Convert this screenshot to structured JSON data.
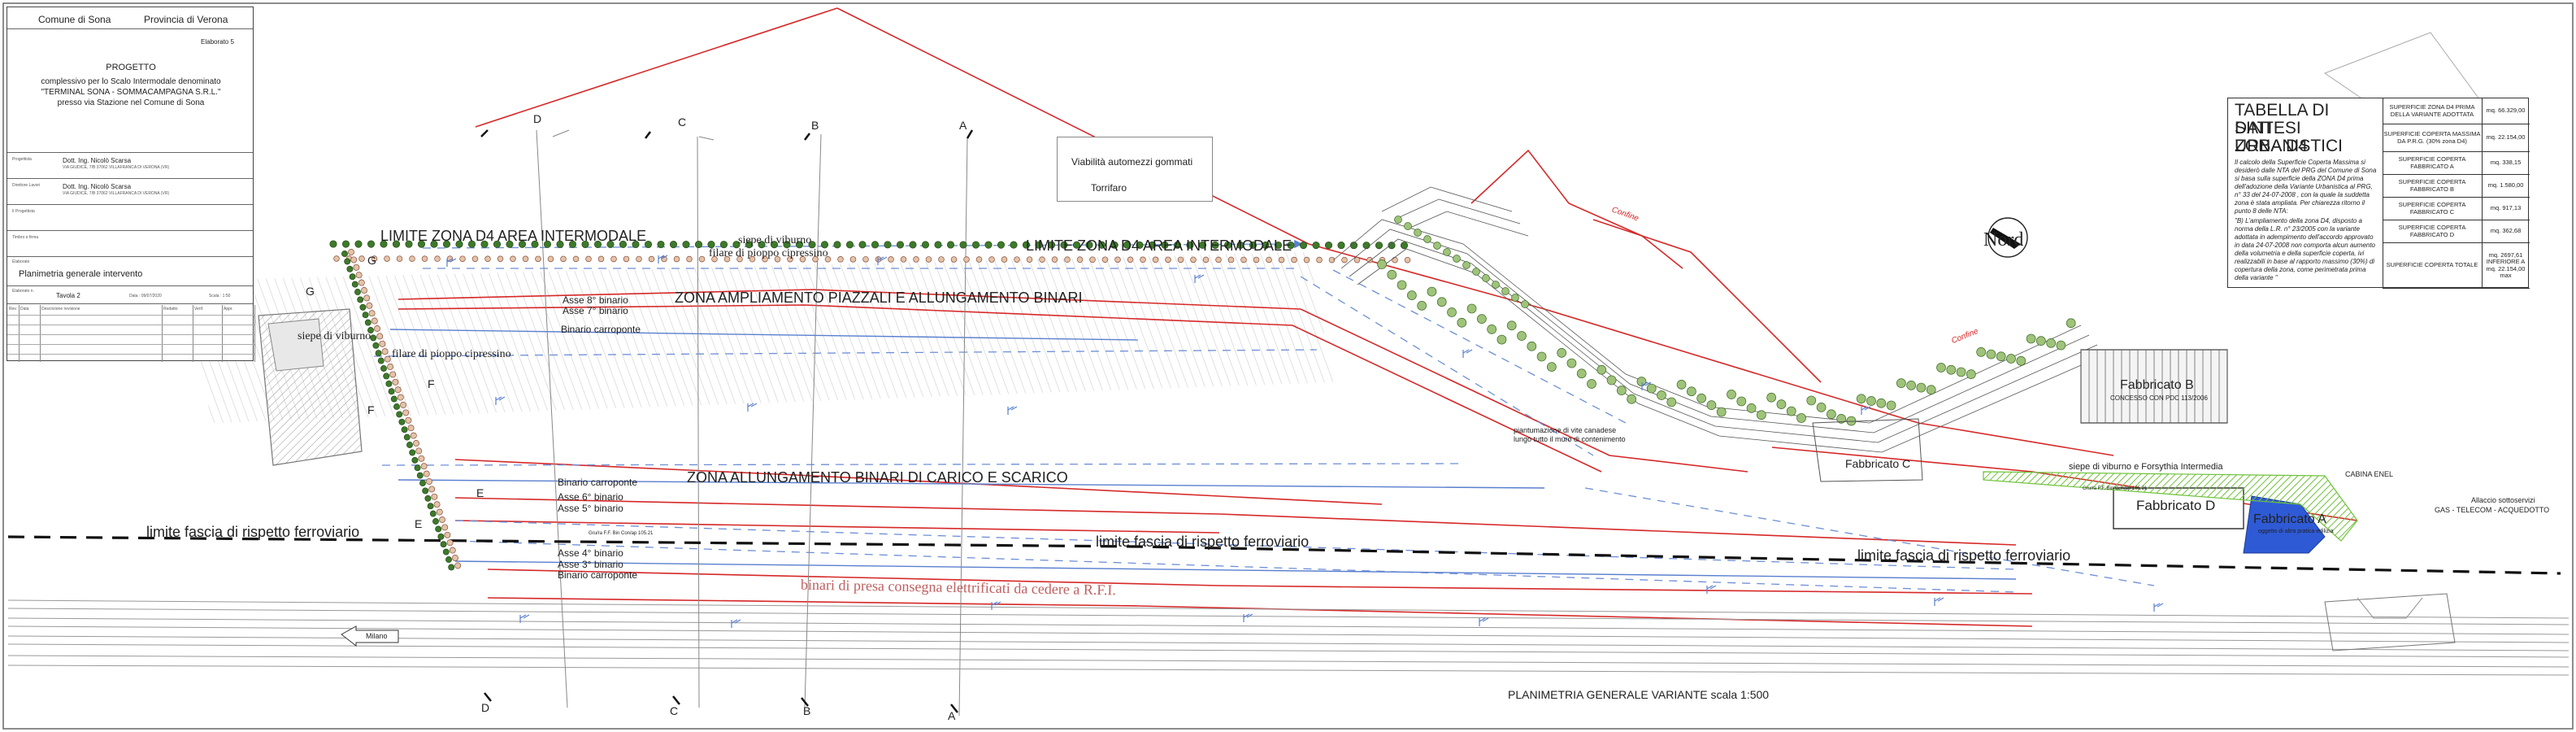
{
  "title_block": {
    "comune": "Comune di  Sona",
    "provincia": "Provincia di Verona",
    "elaborato": "Elaborato 5",
    "progetto_title": "PROGETTO",
    "progetto_line1": "complessivo per lo Scalo Intermodale denominato",
    "progetto_line2": "\"TERMINAL SONA - SOMMACAMPAGNA S.R.L.\"",
    "progetto_line3": "presso via Stazione nel Comune di Sona",
    "role1_label": "Progettista",
    "role1_name": "Dott. Ing. Nicolò Scarsa",
    "role1_addr": "VIA GIUDICE, 7/B 37062 VILLAFRANCA DI VERONA (VR)",
    "role2_label": "Direttore Lavori",
    "role2_name": "Dott. Ing. Nicolò Scarsa",
    "role2_addr": "VIA GIUDICE, 7/B 37062 VILLAFRANCA DI VERONA (VR)",
    "role3_label": "Il Progettista",
    "role4_label": "Timbro e firma",
    "sheet_label": "Elaborato",
    "sheet_title": "Planimetria generale intervento",
    "tavola_label": "Elaborato n.",
    "tavola": "Tavola 2",
    "data": "Data : 09/07/2020",
    "scala": "Scala : 1:50",
    "rev_headers": [
      "Rev.",
      "Data",
      "Descrizione revisione",
      "Redatto",
      "Verif.",
      "Appr."
    ]
  },
  "summary_table": {
    "title_lines": [
      "TABELLA DI SINTESI",
      "DATI URBANISTICI",
      "ZONA D4"
    ],
    "note1": "Il calcolo della Superficie Coperta Massima si desiderò dalle NTA del PRG del Comune di Sona si basa sulla superficie della ZONA D4 prima dell'adozione della Variante Urbanistica al PRG, n° 33 del 24-07-2008 , con la quale la suddetta zona è stata ampliata. Per chiarezza ritorno il punto 8 delle NTA:",
    "note2": "\"B) L'ampliamento della zona D4, disposto a norma della L.R. n° 23/2005 con la variante adottata in adempimento dell'accordo approvato in data 24-07-2008 non comporta alcun aumento della volumetria e della superficie coperta, ivi realizzabili in base al rapporto massimo (30%) di copertura della zona, come perimetrata prima della variante \"",
    "rows": [
      {
        "label": "SUPERFICIE ZONA D4 PRIMA DELLA VARIANTE ADOTTATA",
        "value": "mq. 66.329,00"
      },
      {
        "label": "SUPERFICIE COPERTA MASSIMA DA P.R.G. (30% zona D4)",
        "value": "mq. 22.154,00"
      },
      {
        "label": "SUPERFICIE COPERTA FABBRICATO A",
        "value": "mq. 338,15"
      },
      {
        "label": "SUPERFICIE COPERTA FABBRICATO B",
        "value": "mq. 1.580,00"
      },
      {
        "label": "SUPERFICIE COPERTA FABBRICATO C",
        "value": "mq. 917,13"
      },
      {
        "label": "SUPERFICIE COPERTA FABBRICATO D",
        "value": "mq. 362,68"
      },
      {
        "label": "SUPERFICIE COPERTA TOTALE",
        "value": "mq. 2697,61 INFERIORE A mq. 22.154,00 max"
      }
    ]
  },
  "legend": {
    "items": [
      {
        "label": "Viabilità automezzi gommati",
        "symbol": "dashed-arrow-blue"
      },
      {
        "label": "Torrifaro",
        "symbol": "light-pole-icon"
      }
    ]
  },
  "compass": {
    "label": "Nord"
  },
  "zones": {
    "limite_zona_left": "LIMITE ZONA D4 AREA INTERMODALE",
    "limite_zona_right": "LIMITE ZONA D4 AREA INTERMODALE",
    "ampliamento": "ZONA AMPLIAMENTO PIAZZALI E ALLUNGAMENTO BINARI",
    "carico": "ZONA ALLUNGAMENTO BINARI DI CARICO E SCARICO",
    "fascia_left": "limite fascia di rispetto ferroviario",
    "fascia_center": "limite fascia di rispetto ferroviario",
    "fascia_right": "limite fascia di rispetto ferroviario",
    "binari_rfi": "binari di presa consegna elettrificati da cedere a R.F.I.",
    "confine1": "Confine",
    "confine2": "Confine"
  },
  "tracks_top": [
    "Asse 8° binario",
    "Asse 7° binario",
    "Binario carroponte"
  ],
  "tracks_mid": [
    "Binario carroponte",
    "Asse 6° binario",
    "Asse 5° binario"
  ],
  "tracks_low": [
    "Asse 4° binario",
    "Asse 3° binario",
    "Binario carroponte"
  ],
  "vegetation": {
    "siepe_top": "siepe di viburno",
    "filare_top": "filare di pioppo cipressino",
    "siepe_left": "siepe di viburno",
    "filare_left": "filare di pioppo cipressino",
    "siepe_right": "siepe di viburno e Forsythia Intermedia",
    "piantumazione_1": "piantumazione di vite canadese",
    "piantumazione_2": "lungo tutto il muro di contenimento"
  },
  "buildings": {
    "fabbricato_a": "Fabbricato A",
    "fabbricato_a_sub": "oggetto di altra pratica edilizia",
    "fabbricato_b": "Fabbricato B",
    "fabbricato_b_sub": "CONCESSO CON PDC 113/2006",
    "fabbricato_c": "Fabbricato C",
    "fabbricato_d": "Fabbricato D",
    "cabina": "CABINA ENEL",
    "allaccio_1": "Allaccio sottoservizi",
    "allaccio_2": "GAS - TELECOM - ACQUEDOTTO",
    "milano": "Milano",
    "gru": "Gru/ra F.F. Bin Con/ap 105.21"
  },
  "sections": [
    "A",
    "B",
    "C",
    "D",
    "E",
    "F",
    "G"
  ],
  "footer": "PLANIMETRIA GENERALE VARIANTE scala 1:500",
  "colors": {
    "fence_red": "#d62828",
    "road_blue": "#5a7fcf",
    "tree_green": "#3d7a2a",
    "hedge_green": "#6fc23a",
    "building_a_blue": "#2e5ad6",
    "hatch_gray": "#bbbbbb"
  }
}
